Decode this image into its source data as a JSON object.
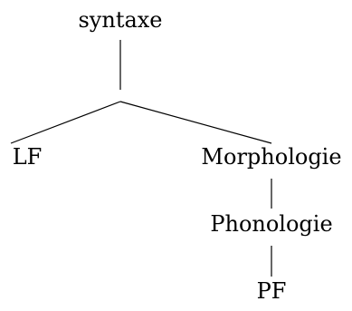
{
  "tree": {
    "root": "syntaxe",
    "left": "LF",
    "right": "Morphologie",
    "right_child": "Phonologie",
    "right_grandchild": "PF"
  },
  "colors": {
    "background": "#ffffff",
    "ink": "#000000"
  }
}
